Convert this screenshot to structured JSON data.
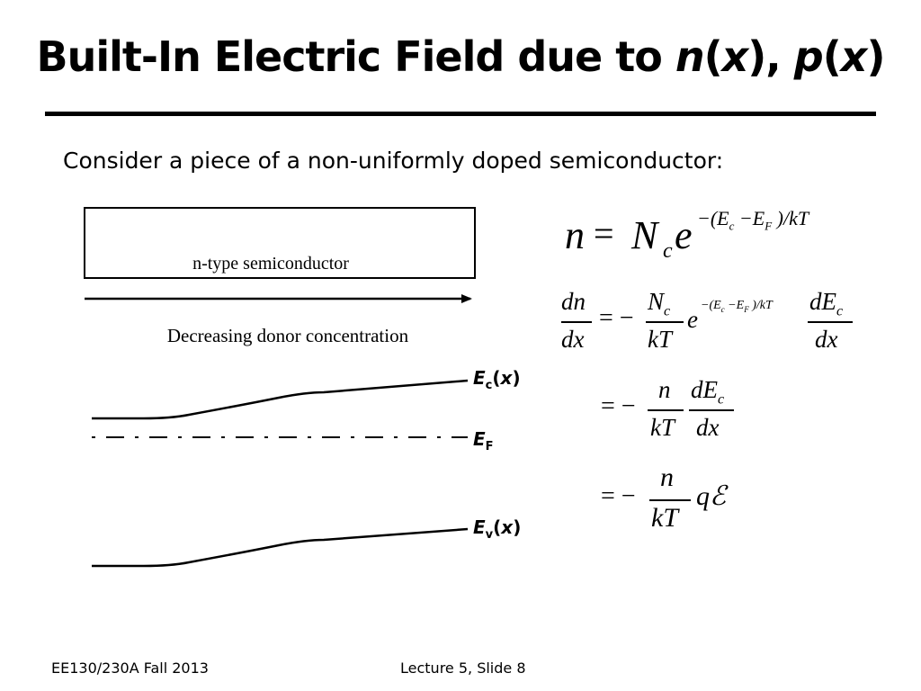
{
  "slide": {
    "title": {
      "text": "Built-In Electric Field due to ",
      "n": "n",
      "x": "x",
      "comma": ", ",
      "p": "p"
    },
    "intro": "Consider a piece of a non-uniformly doped semiconductor:"
  },
  "diagram": {
    "box_label": "n-type semiconductor",
    "arrow_label": "Decreasing donor concentration",
    "labels": {
      "E": "E",
      "c": "c",
      "F": "F",
      "v": "v",
      "x": "x"
    }
  },
  "equations": {
    "eq1": "n = N_c e^{-(E_c - E_F)/kT}",
    "eq2": "dn/dx = -(N_c/kT) e^{-(E_c - E_F)/kT} dE_c/dx",
    "eq3": "= -(n/kT) dE_c/dx",
    "eq4": "= -(n/kT) qℰ"
  },
  "footer": {
    "course": "EE130/230A Fall 2013",
    "slide_ref": "Lecture 5, Slide 8"
  }
}
